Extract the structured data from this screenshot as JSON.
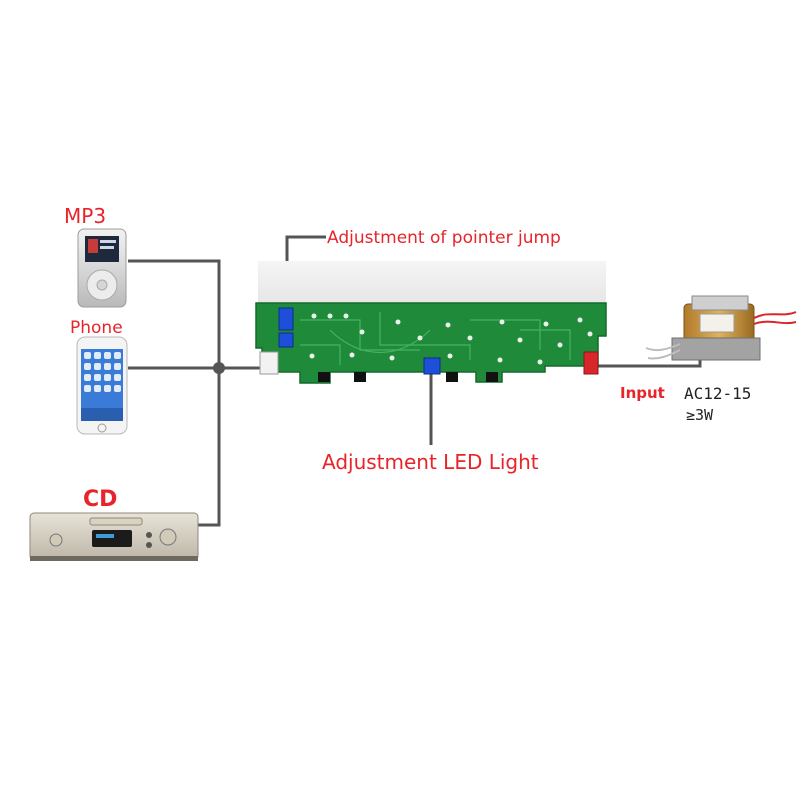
{
  "sources": {
    "mp3_label": "MP3",
    "phone_label": "Phone",
    "cd_label": "CD"
  },
  "callouts": {
    "pointer_jump": "Adjustment of pointer jump",
    "led_light": "Adjustment LED Light"
  },
  "power": {
    "input_label": "Input",
    "voltage": "AC12-15",
    "wattage": "≥3W"
  },
  "colors": {
    "label_red": "#e8232a",
    "pcb_green": "#1f8a3a",
    "trimmer_blue": "#1d4fd8",
    "connector_red": "#d9262b",
    "wire_gray": "#555555"
  }
}
